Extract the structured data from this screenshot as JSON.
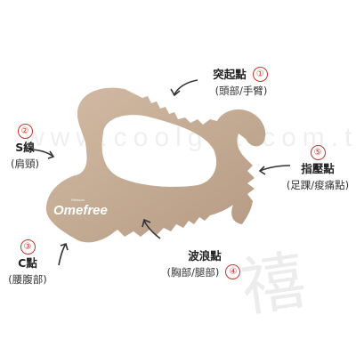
{
  "watermark": "www.coolgift.com.tw",
  "brand": {
    "small": "Hibiscus",
    "name": "Omefree"
  },
  "labels": [
    {
      "id": "1",
      "title": "突起點",
      "sub": "(頭部/手臂)",
      "number": "①"
    },
    {
      "id": "2",
      "title": "S線",
      "sub": "(肩頸)",
      "number": "②"
    },
    {
      "id": "3",
      "title": "C點",
      "sub": "(腰腹部)",
      "number": "③"
    },
    {
      "id": "4",
      "title": "波浪點",
      "sub": "(胸部/腿部)",
      "number": "④"
    },
    {
      "id": "5",
      "title": "指壓點",
      "sub": "(足踝/痠痛點)",
      "number": "⑤"
    }
  ],
  "colors": {
    "tool": "#c4ab94",
    "tool_shade": "#a88f79",
    "accent": "#c0392b"
  }
}
